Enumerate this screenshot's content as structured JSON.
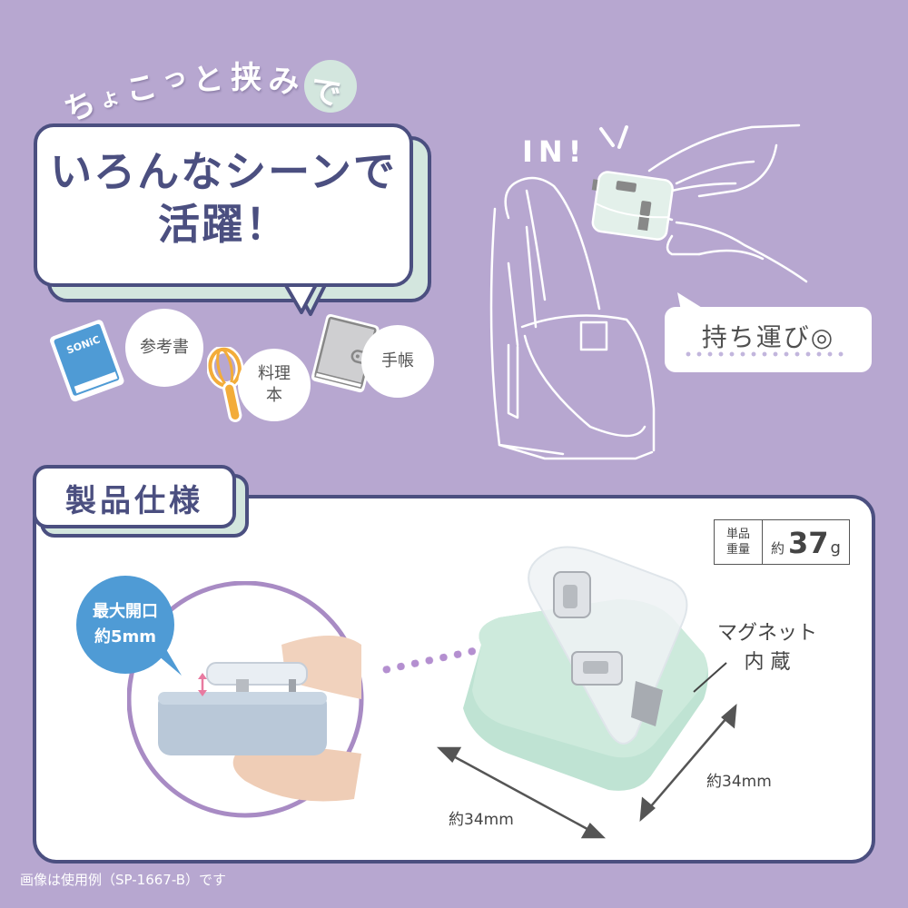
{
  "colors": {
    "background": "#b7a7d0",
    "navy": "#4b4f80",
    "mint": "#d3e6de",
    "white": "#ffffff",
    "blue_bubble": "#4f9bd5",
    "circle_ring": "#a88bc4",
    "text_gray": "#555555"
  },
  "tagline": {
    "chars": [
      "ち",
      "ょ",
      "こ",
      "っ",
      "と",
      "挟",
      "み",
      "で"
    ]
  },
  "headline": {
    "line1": "いろんなシーンで",
    "line2": "活躍！"
  },
  "scenes": [
    {
      "icon": "book-icon",
      "icon_text": "SONiC",
      "label": "参考書"
    },
    {
      "icon": "whisk-icon",
      "label_line1": "料理",
      "label_line2": "本"
    },
    {
      "icon": "planner-icon",
      "label": "手帳"
    }
  ],
  "carry": {
    "exclaim": "IN!",
    "label": "持ち運び◎"
  },
  "spec": {
    "title": "製品仕様",
    "weight": {
      "label_line1": "単品",
      "label_line2": "重量",
      "prefix": "約",
      "value": "37",
      "unit": "g"
    },
    "opening": {
      "line1": "最大開口",
      "line2": "約5mm"
    },
    "magnet": {
      "line1": "マグネット",
      "line2": "内 蔵"
    },
    "width": "約34mm",
    "depth": "約34mm"
  },
  "footnote": "画像は使用例（SP-1667-B）です"
}
